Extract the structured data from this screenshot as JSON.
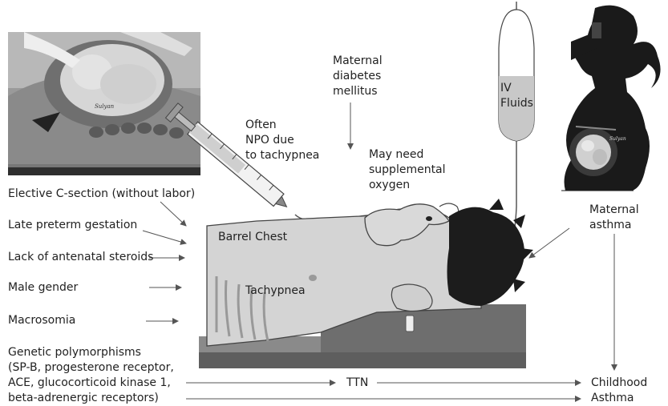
{
  "risk_factors": [
    "Elective C-section (without labor)",
    "Late preterm gestation",
    "Lack of antenatal steroids",
    "Male gender",
    "Macrosomia"
  ],
  "genetic": [
    "Genetic polymorphisms",
    "(SP-B, progesterone receptor,",
    "ACE, glucocorticoid kinase 1,",
    "beta-adrenergic receptors)"
  ],
  "npo": [
    "Often",
    "NPO due",
    "to tachypnea"
  ],
  "diabetes": [
    "Maternal",
    "diabetes",
    "mellitus"
  ],
  "oxygen": [
    "May need",
    "supplemental",
    "oxygen"
  ],
  "iv": [
    "IV",
    "Fluids"
  ],
  "asthma_maternal": [
    "Maternal",
    "asthma"
  ],
  "barrel_chest": "Barrel Chest",
  "tachypnea": "Tachypnea",
  "ttn": "TTN",
  "outcome": [
    "Childhood",
    "Asthma"
  ],
  "signature": "Sulyan",
  "colors": {
    "silhouette": "#1a1a1a",
    "skin": "#c9c9c9",
    "hair": "#1c1c1c",
    "bed": "#5e5e5e",
    "arrow": "#555555"
  }
}
